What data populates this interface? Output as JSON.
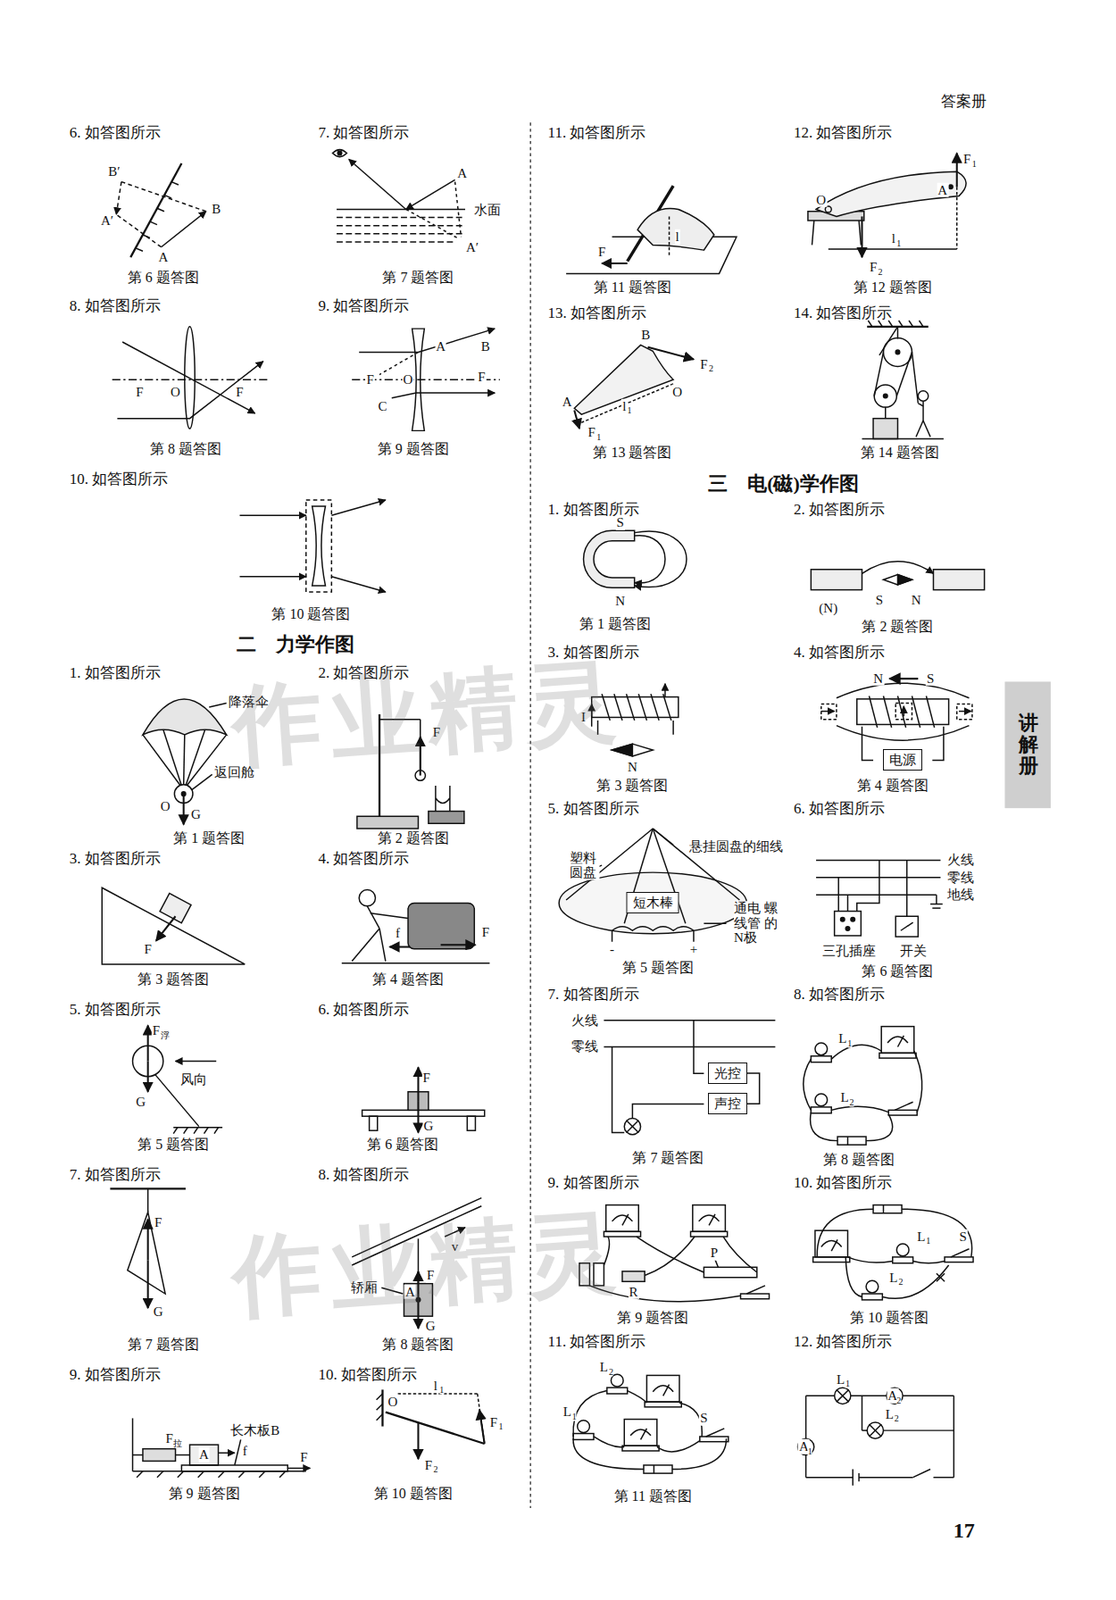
{
  "diagram": {
    "nodes": [
      {
        "text": [
          "电源"
        ]
      },
      {
        "text": [
          "短木棒"
        ]
      },
      {
        "text": [
          "光控"
        ]
      },
      {
        "text": [
          "声控"
        ]
      }
    ],
    "edges": [
      {
        "from": 2,
        "to": 3,
        "arrow": "none"
      }
    ],
    "labels": [
      "答案册",
      "6. 如答图所示",
      "B′",
      "B",
      "A′",
      "A",
      "第 6 题答图",
      "7. 如答图所示",
      "A",
      "水面",
      "A′",
      "第 7 题答图",
      "8. 如答图所示",
      "F",
      "O",
      "F",
      "第 8 题答图",
      "9. 如答图所示",
      "A",
      "B",
      "F",
      "O",
      "F",
      "C",
      "第 9 题答图",
      "10. 如答图所示",
      "第 10 题答图",
      "二　力学作图",
      "1. 如答图所示",
      "降落伞",
      "O",
      "返回舱",
      "G",
      "第 1 题答图",
      "2. 如答图所示",
      "F",
      "第 2 题答图",
      "3. 如答图所示",
      "F",
      "第 3 题答图",
      "4. 如答图所示",
      "f",
      "F",
      "第 4 题答图",
      "5. 如答图所示",
      "F",
      "浮",
      "风向",
      "G",
      "第 5 题答图",
      "6. 如答图所示",
      "F",
      "G",
      "第 6 题答图",
      "7. 如答图所示",
      "F",
      "G",
      "第 7 题答图",
      "8. 如答图所示",
      "v",
      "轿厢",
      "A",
      "F",
      "G",
      "第 8 题答图",
      "9. 如答图所示",
      "F",
      "拉",
      "A",
      "长木板B",
      "f",
      "F",
      "第 9 题答图",
      "10. 如答图所示",
      "O",
      "l",
      "1",
      "F",
      "1",
      "F",
      "2",
      "第 10 题答图",
      "11. 如答图所示",
      "F",
      "l",
      "第 11 题答图",
      "12. 如答图所示",
      "F",
      "1",
      "A",
      "O",
      "l",
      "1",
      "F",
      "2",
      "第 12 题答图",
      "13. 如答图所示",
      "B",
      "F",
      "2",
      "O",
      "A",
      "l",
      "1",
      "F",
      "1",
      "第 13 题答图",
      "14. 如答图所示",
      "第 14 题答图",
      "三　电(磁)学作图",
      "1. 如答图所示",
      "S",
      "N",
      "第 1 题答图",
      "2. 如答图所示",
      "S",
      "N",
      "(N)",
      "第 2 题答图",
      "3. 如答图所示",
      "I",
      "N",
      "第 3 题答图",
      "4. 如答图所示",
      "N",
      "S",
      "第 4 题答图",
      "5. 如答图所示",
      "塑料 圆盘",
      "悬挂圆盘的细线",
      "通电 螺线管 的N极",
      "-",
      "+",
      "第 5 题答图",
      "6. 如答图所示",
      "火线",
      "零线",
      "地线",
      "三孔插座",
      "开关",
      "第 6 题答图",
      "7. 如答图所示",
      "火线",
      "零线",
      "第 7 题答图",
      "8. 如答图所示",
      "L",
      "1",
      "L",
      "2",
      "第 8 题答图",
      "9. 如答图所示",
      "P",
      "R",
      "第 9 题答图",
      "10. 如答图所示",
      "L",
      "1",
      "S",
      "L",
      "2",
      "第 10 题答图",
      "11. 如答图所示",
      "L",
      "2",
      "L",
      "1",
      "S",
      "第 11 题答图",
      "12. 如答图所示",
      "L",
      "1",
      "A",
      "2",
      "L",
      "2",
      "A",
      "1",
      "讲解册",
      "17",
      "作业精灵",
      "作业精灵"
    ]
  }
}
